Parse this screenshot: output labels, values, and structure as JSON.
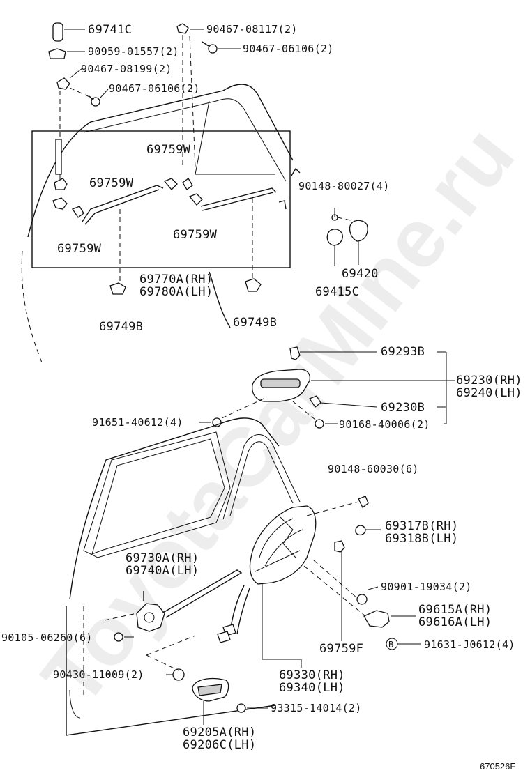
{
  "watermark": "ToyotaCarMine.ru",
  "diagram_code": "670526F",
  "ref_marker": "B",
  "labels": {
    "p69741C": "69741C",
    "p90467_08117": "90467-08117(2)",
    "p90959_01557": "90959-01557(2)",
    "p90467_06106_a": "90467-06106(2)",
    "p90467_08199": "90467-08199(2)",
    "p90467_06106_b": "90467-06106(2)",
    "p69759W_1": "69759W",
    "p69759W_2": "69759W",
    "p69759W_3": "69759W",
    "p69759W_4": "69759W",
    "p90148_80027": "90148-80027(4)",
    "p69420": "69420",
    "p69415C": "69415C",
    "p69770A": "69770A(RH)",
    "p69780A": "69780A(LH)",
    "p69749B_1": "69749B",
    "p69749B_2": "69749B",
    "p69293B": "69293B",
    "p69230": "69230(RH)",
    "p69240": "69240(LH)",
    "p69230B": "69230B",
    "p91651_40612": "91651-40612(4)",
    "p90168_40006": "90168-40006(2)",
    "p90148_60030": "90148-60030(6)",
    "p69317B": "69317B(RH)",
    "p69318B": "69318B(LH)",
    "p69730A": "69730A(RH)",
    "p69740A": "69740A(LH)",
    "p90901_19034": "90901-19034(2)",
    "p69615A": "69615A(RH)",
    "p69616A": "69616A(LH)",
    "p90105_06260": "90105-06260(6)",
    "p69759F": "69759F",
    "p91631_J0612": "91631-J0612(4)",
    "p90430_11009": "90430-11009(2)",
    "p69330": "69330(RH)",
    "p69340": "69340(LH)",
    "p93315_14014": "93315-14014(2)",
    "p69205A": "69205A(RH)",
    "p69206C": "69206C(LH)"
  }
}
